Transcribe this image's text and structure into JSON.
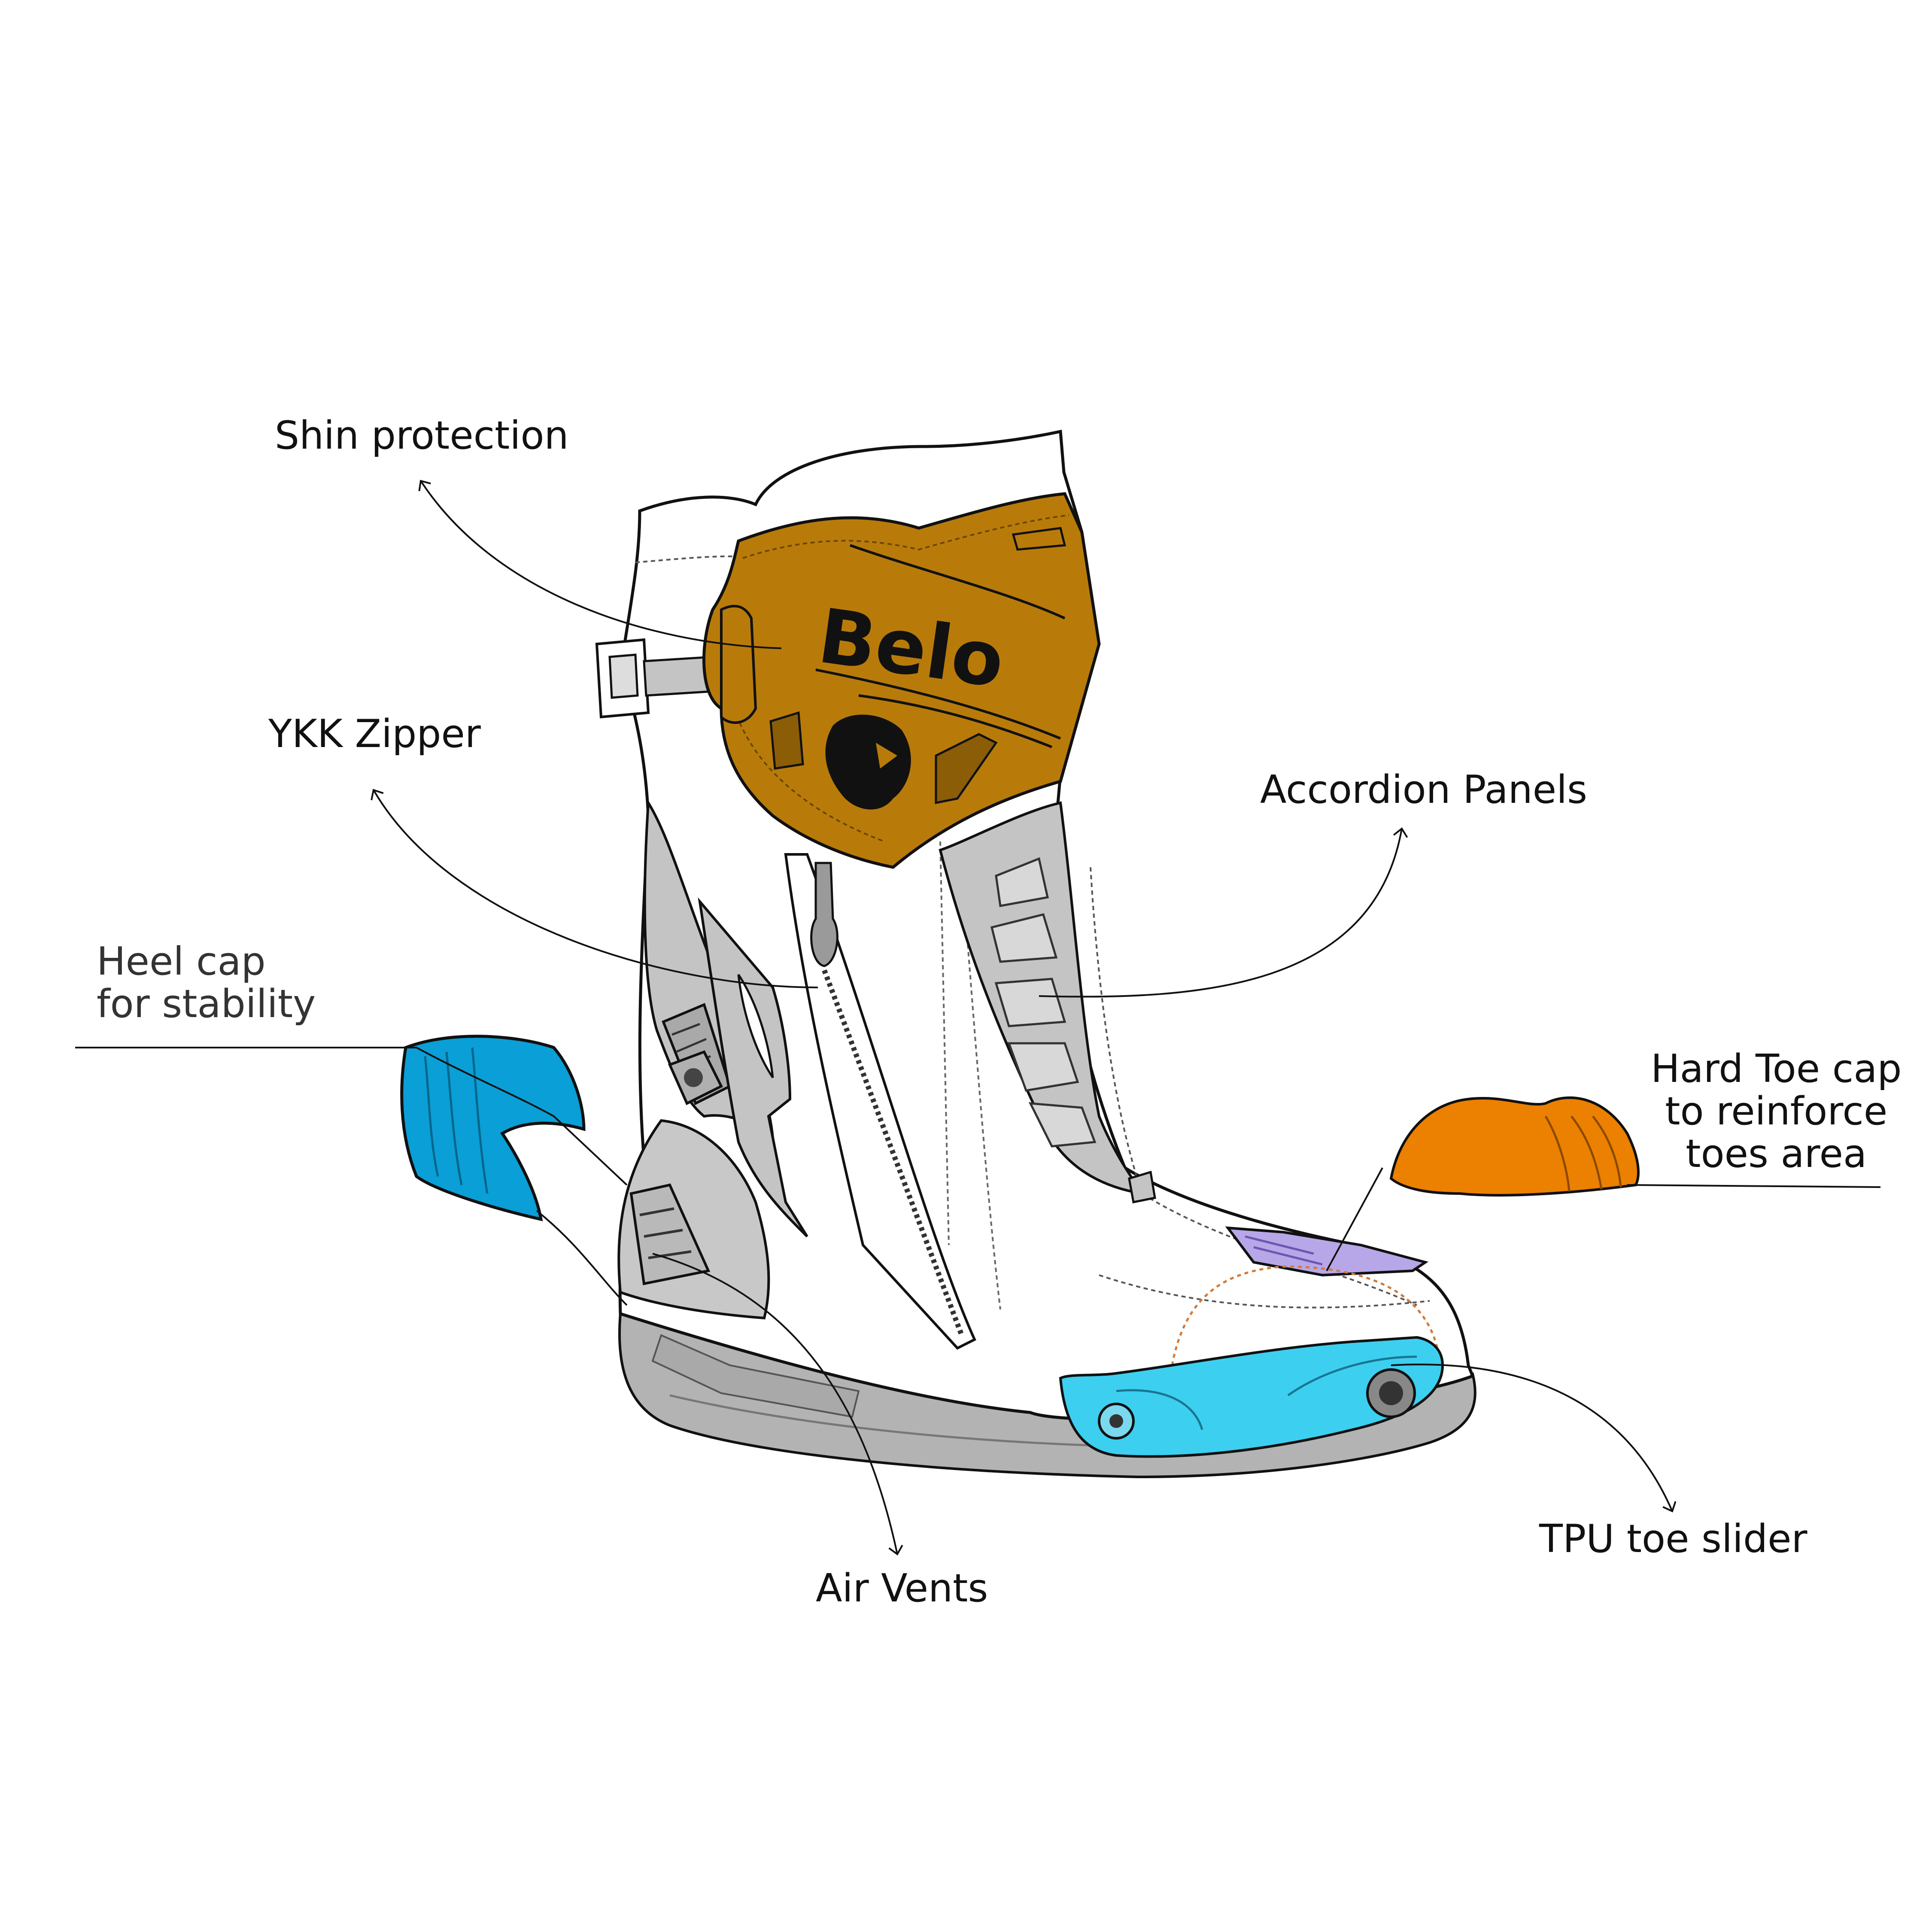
{
  "labels": {
    "shin_protection": "Shin protection",
    "ykk_zipper": "YKK Zipper",
    "heel_cap": [
      "Heel cap",
      "for  stability"
    ],
    "accordion_panels": "Accordion Panels",
    "hard_toe_cap": [
      "Hard Toe cap",
      "to reinforce",
      "toes area"
    ],
    "tpu_toe_slider": "TPU toe slider",
    "air_vents": "Air Vents"
  },
  "brand_text": "Belo",
  "colors": {
    "shin_guard": "#b87b0a",
    "heel_cap": "#0a9fd6",
    "toe_cap": "#ec8000",
    "toe_slider": "#3ccff0",
    "gray_panel": "#bfbfbf",
    "sole": "#b3b3b3",
    "vent": "#b7a7e8",
    "outline": "#111111"
  }
}
